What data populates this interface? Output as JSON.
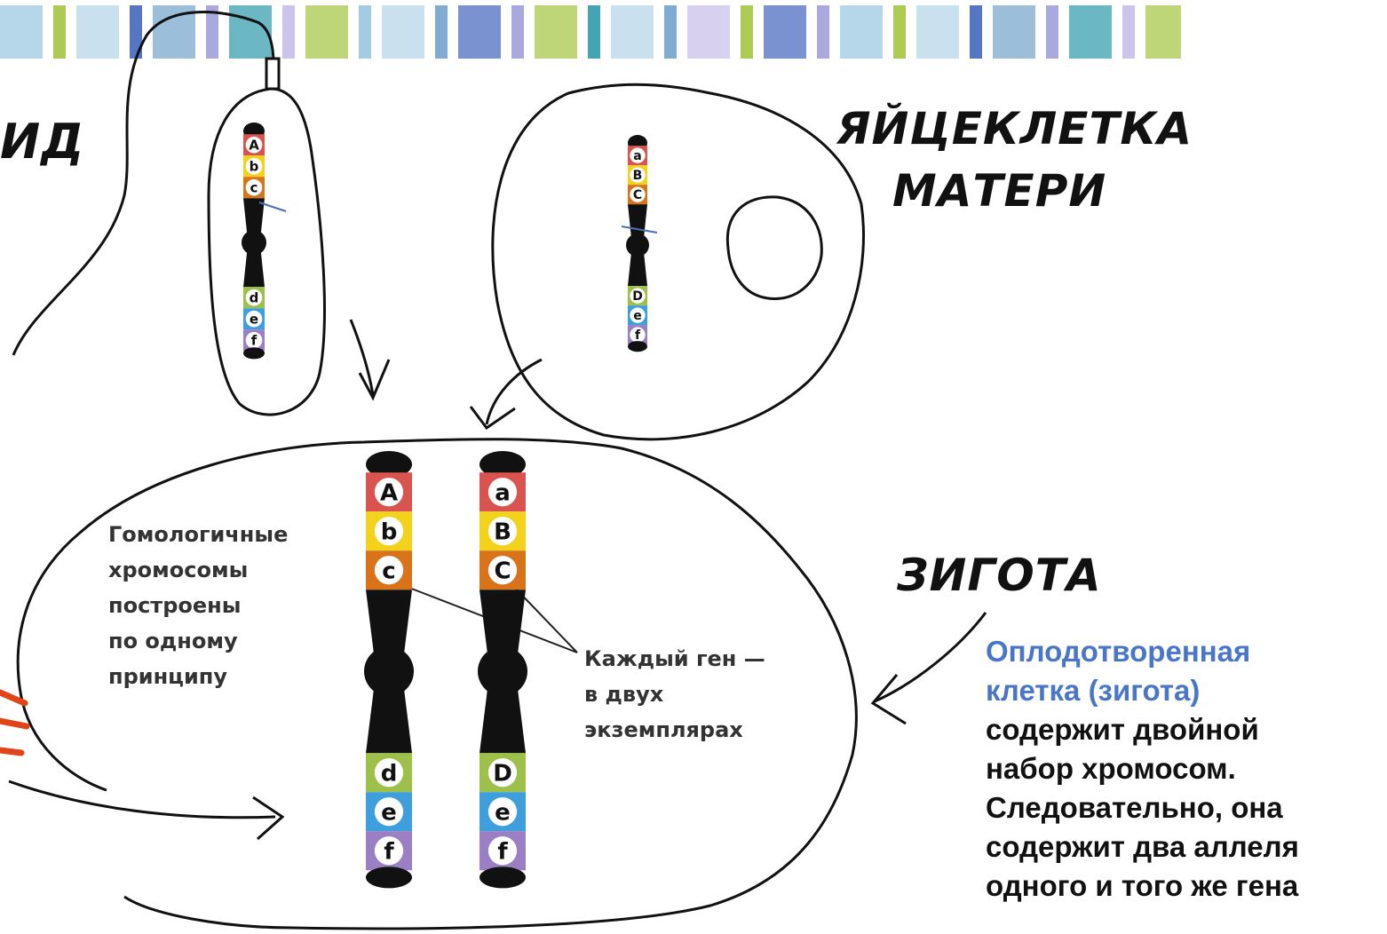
{
  "labels": {
    "sperm_partial": "ИД",
    "egg_line1": "ЯЙЦЕКЛЕТКА",
    "egg_line2": "МАТЕРИ",
    "zygote": "ЗИГОТА"
  },
  "captions": {
    "homologous": [
      "Гомологичные",
      "хромосомы",
      "построены",
      "по одному",
      "принципу"
    ],
    "each_gene": [
      "Каждый ген —",
      "в двух",
      "экземплярах"
    ]
  },
  "chromosomes": {
    "sperm": [
      "A",
      "b",
      "c",
      "d",
      "e",
      "f"
    ],
    "egg": [
      "a",
      "B",
      "C",
      "D",
      "e",
      "f"
    ],
    "zygote_left": [
      "A",
      "b",
      "c",
      "d",
      "e",
      "f"
    ],
    "zygote_right": [
      "a",
      "B",
      "C",
      "D",
      "e",
      "f"
    ]
  },
  "band_colors": [
    "#d9534f",
    "#f2d21b",
    "#d9731a",
    "#9cc04a",
    "#3f9fdc",
    "#9a7fc4"
  ],
  "banner_colors": [
    "#9ec9e3",
    "#4d6fc0",
    "#a9c84b",
    "#79a8cf",
    "#b7d7ea",
    "#a4a4dd",
    "#3a9fb0",
    "#c9c1ea"
  ],
  "explanation": {
    "highlight_lines": [
      "Оплодотворенная",
      "клетка (зигота)"
    ],
    "body_lines": [
      "содержит двойной",
      "набор хромосом.",
      "Следовательно, она",
      "содержит два аллеля",
      "одного и того же гена"
    ]
  }
}
